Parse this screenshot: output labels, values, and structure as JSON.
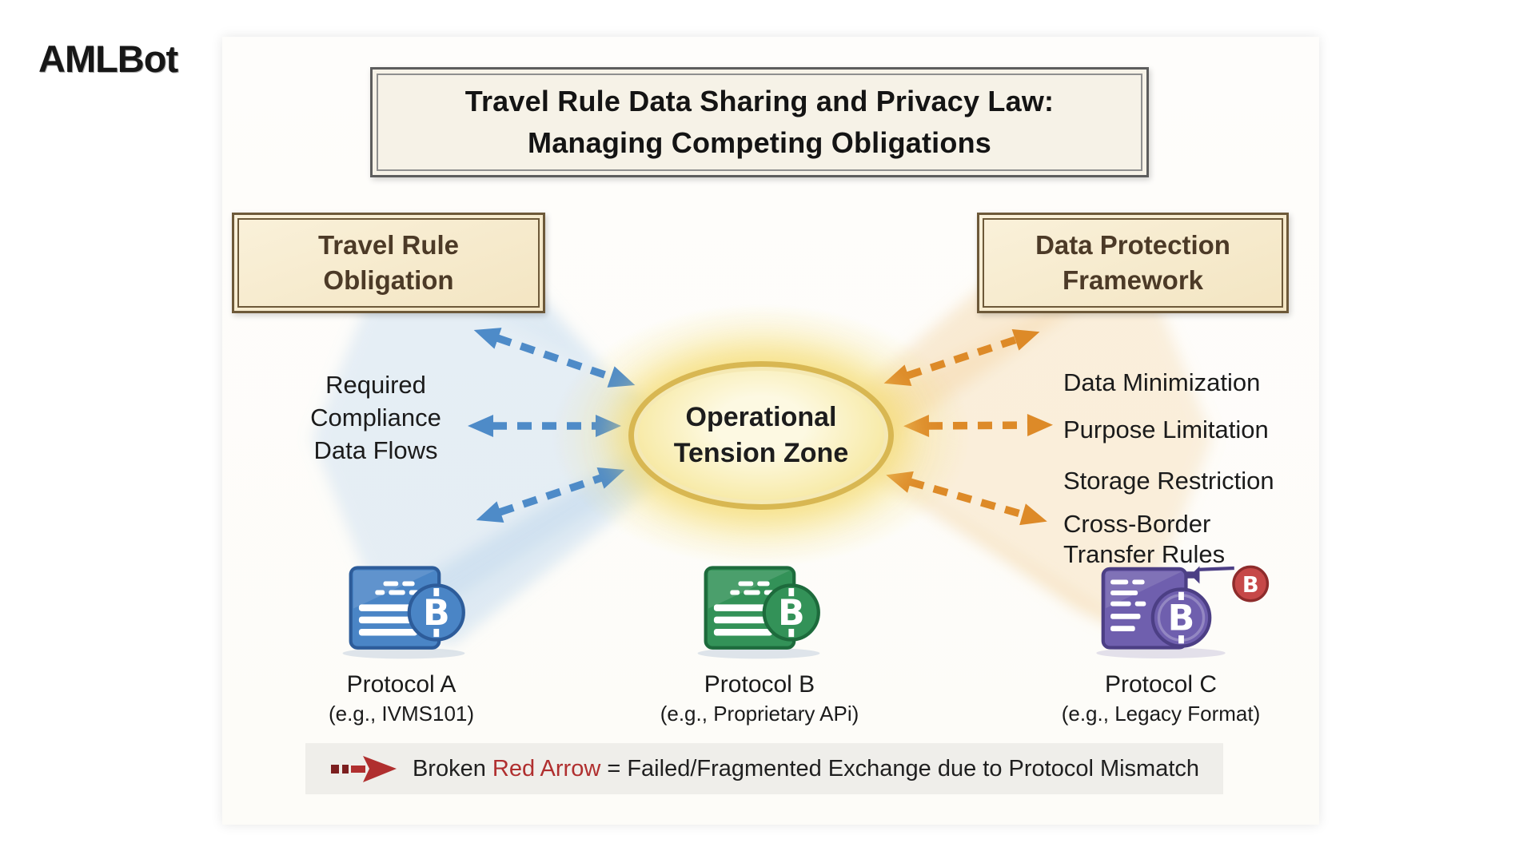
{
  "brand": {
    "logo": "AMLBot"
  },
  "title": {
    "line1": "Travel Rule Data Sharing and Privacy Law:",
    "line2": "Managing Competing Obligations"
  },
  "left_box": {
    "line1": "Travel Rule",
    "line2": "Obligation"
  },
  "right_box": {
    "line1": "Data Protection",
    "line2": "Framework"
  },
  "center_zone": {
    "line1": "Operational",
    "line2": "Tension Zone"
  },
  "left_label": {
    "line1": "Required",
    "line2": "Compliance",
    "line3": "Data Flows"
  },
  "right_panel": {
    "items": [
      {
        "label": "Data Minimization"
      },
      {
        "label": "Purpose Limitation"
      },
      {
        "label": "Storage Restriction"
      },
      {
        "line1": "Cross-Border",
        "line2": "Transfer Rules"
      }
    ]
  },
  "protocols": [
    {
      "name": "Protocol A",
      "example": "(e.g., IVMS101)",
      "body": "#4a85c6",
      "edge": "#2d5c9a",
      "glyph": "B"
    },
    {
      "name": "Protocol B",
      "example": "(e.g., Proprietary APi)",
      "body": "#339258",
      "edge": "#1d6b3c",
      "glyph": "B"
    },
    {
      "name": "Protocol C",
      "example": "(e.g., Legacy Format)",
      "body": "#6f5fae",
      "edge": "#4c3f85",
      "coin": "#c64848",
      "coin_edge": "#8e2c2c",
      "glyph": "B"
    }
  ],
  "legend": {
    "text_prefix": "Broken ",
    "text_red": "Red Arrow",
    "text_rest": "= Failed/Fragmented Exchange due to Protocol Mismatch"
  },
  "colors": {
    "blue_arrow": "#4e8bc8",
    "blue_beam": "#b9d3ec",
    "orange_arrow": "#dd8a28",
    "orange_beam": "#f3d5a4",
    "glow": "#f7e47f",
    "legend_red": "#b02f2f",
    "legend_dark_red": "#7c1f1f"
  }
}
